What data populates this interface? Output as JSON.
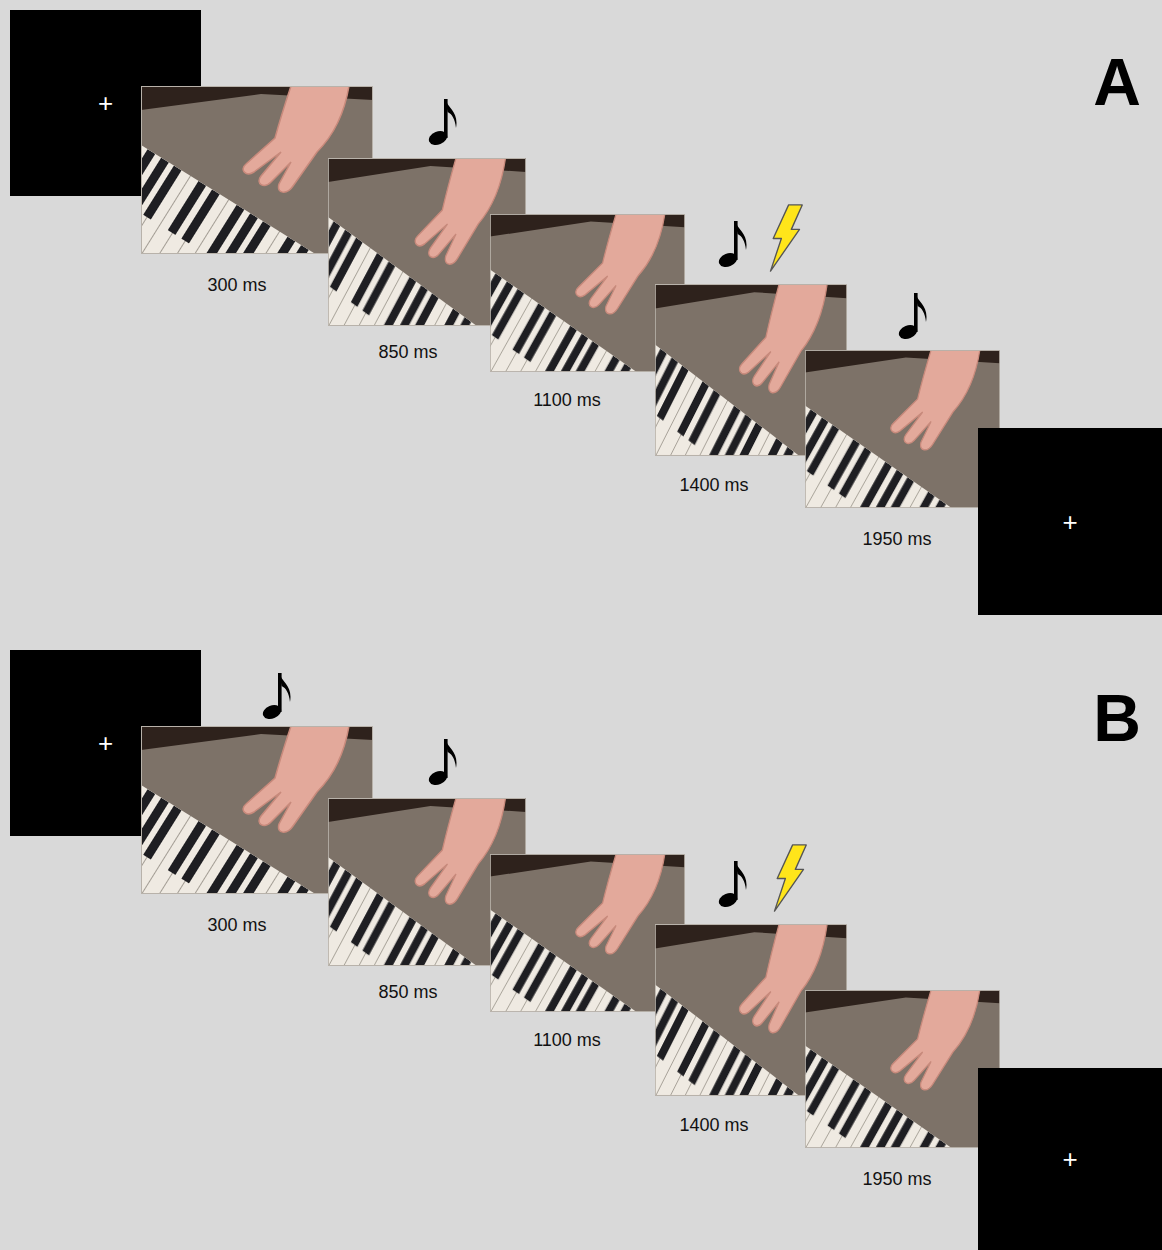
{
  "diagram": {
    "nodes": [
      {
        "text": [
          "+"
        ]
      },
      {
        "text": [
          "+"
        ]
      },
      {
        "text": [
          "+"
        ]
      },
      {
        "text": [
          "+"
        ]
      }
    ],
    "labels": [
      "A",
      "300 ms",
      "850 ms",
      "1100 ms",
      "1400 ms",
      "1950 ms",
      "B",
      "300 ms",
      "850 ms",
      "1100 ms",
      "1400 ms",
      "1950 ms"
    ]
  }
}
